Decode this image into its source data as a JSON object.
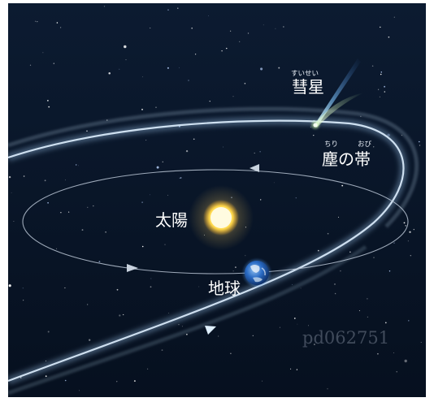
{
  "labels": {
    "comet": {
      "text": "彗星",
      "ruby": "すいせい"
    },
    "dust_trail": {
      "text": "塵の帯",
      "ruby_chiri": "ちり",
      "ruby_obi": "おび"
    },
    "sun": {
      "text": "太陽"
    },
    "earth": {
      "text": "地球"
    }
  },
  "watermark": "pd062751",
  "colors": {
    "space_top": "#0c1b31",
    "space_bottom": "#06101f",
    "orbit_line": "#b8c4d4",
    "dust_glow": "#b9d6ee",
    "sun_core": "#fff6b8",
    "sun_glow": "#ffd84a",
    "earth_ocean": "#2a6bc4",
    "comet_head": "#c9f5a8",
    "comet_tail": "#7fc6ff"
  }
}
